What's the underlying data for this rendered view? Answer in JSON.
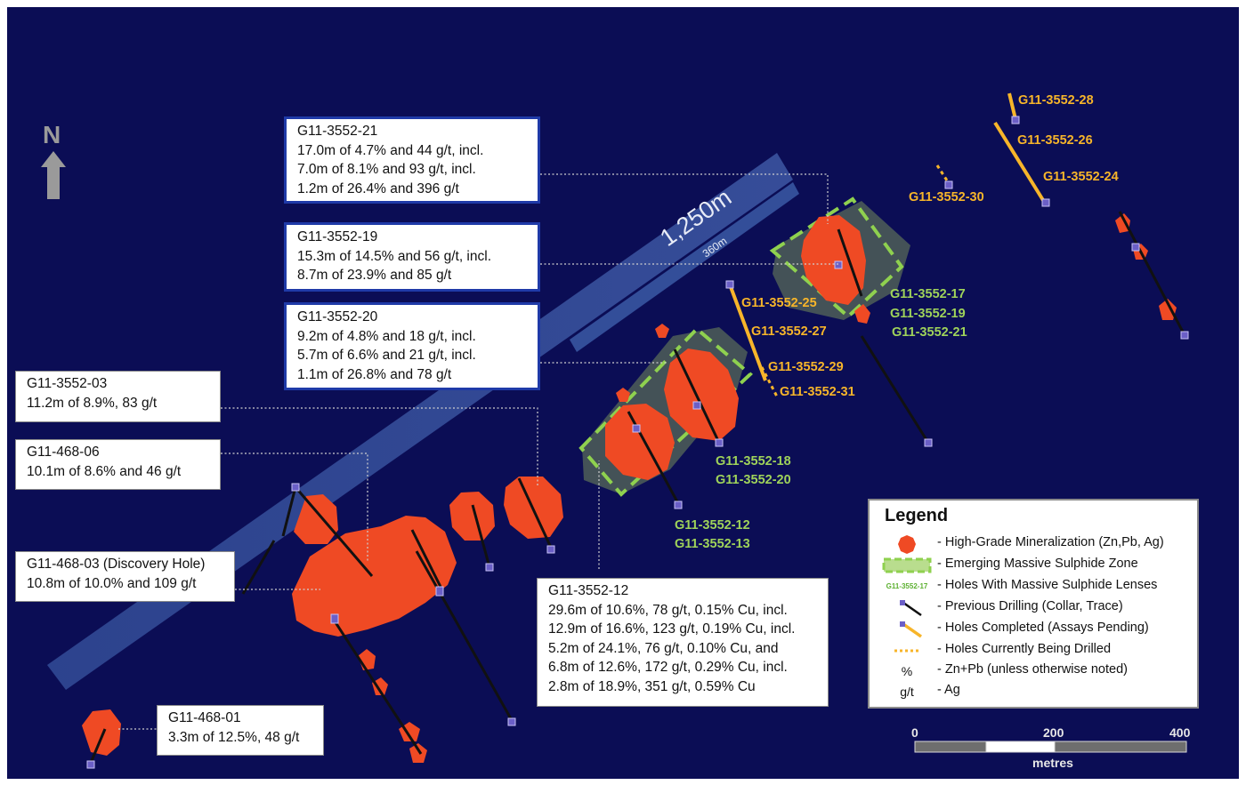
{
  "north_label": "N",
  "trend_labels": {
    "length": "1,250m",
    "width": "360m"
  },
  "callouts": {
    "c21": {
      "title": "G11-3552-21",
      "lines": [
        "17.0m of 4.7% and 44 g/t, incl.",
        "7.0m of 8.1% and 93 g/t, incl.",
        "1.2m of 26.4% and 396 g/t"
      ]
    },
    "c19": {
      "title": "G11-3552-19",
      "lines": [
        "15.3m of 14.5% and 56 g/t, incl.",
        "8.7m of 23.9% and 85 g/t"
      ]
    },
    "c20": {
      "title": "G11-3552-20",
      "lines": [
        "9.2m of 4.8% and 18 g/t, incl.",
        "5.7m of 6.6% and 21 g/t, incl.",
        "1.1m of 26.8% and 78 g/t"
      ]
    },
    "c03": {
      "title": "G11-3552-03",
      "lines": [
        "11.2m of 8.9%, 83 g/t"
      ]
    },
    "c46806": {
      "title": "G11-468-06",
      "lines": [
        "10.1m of 8.6% and 46 g/t"
      ]
    },
    "c46803": {
      "title": "G11-468-03 (Discovery Hole)",
      "lines": [
        "10.8m of 10.0% and 109 g/t"
      ]
    },
    "c12": {
      "title": "G11-3552-12",
      "lines": [
        "29.6m of 10.6%, 78 g/t, 0.15% Cu, incl.",
        "12.9m of 16.6%, 123 g/t, 0.19% Cu, incl.",
        "5.2m of 24.1%, 76 g/t, 0.10% Cu, and",
        "6.8m of 12.6%, 172 g/t, 0.29% Cu, incl.",
        "2.8m of 18.9%, 351 g/t, 0.59% Cu"
      ]
    },
    "c46801": {
      "title": "G11-468-01",
      "lines": [
        "3.3m of 12.5%, 48 g/t"
      ]
    }
  },
  "hole_labels": {
    "h28": "G11-3552-28",
    "h26": "G11-3552-26",
    "h24": "G11-3552-24",
    "h30": "G11-3552-30",
    "h25": "G11-3552-25",
    "h27": "G11-3552-27",
    "h29": "G11-3552-29",
    "h31": "G11-3552-31",
    "g17": "G11-3552-17",
    "g19": "G11-3552-19",
    "g21": "G11-3552-21",
    "g18": "G11-3552-18",
    "g20": "G11-3552-20",
    "g12": "G11-3552-12",
    "g13": "G11-3552-13"
  },
  "legend": {
    "title": "Legend",
    "items": [
      "- High-Grade Mineralization (Zn,Pb, Ag)",
      "- Emerging Massive Sulphide Zone",
      "- Holes With Massive Sulphide Lenses",
      "- Previous Drilling (Collar, Trace)",
      "- Holes Completed (Assays Pending)",
      "- Holes Currently Being Drilled",
      "- Zn+Pb (unless otherwise noted)",
      "- Ag"
    ],
    "symbol_small_label": "G11-3552-17",
    "symbol_percent": "%",
    "symbol_gt": "g/t"
  },
  "scale": {
    "ticks": [
      "0",
      "200",
      "400"
    ],
    "unit": "metres"
  },
  "colors": {
    "background": "#0b0d55",
    "mineralization": "#ef4a24",
    "zone_fill": "#4a5a58",
    "zone_dash": "#8fd14f",
    "completed_hole": "#f7b52a",
    "collar": "#6b5fc7",
    "trend_band": "#3b5aa6"
  }
}
